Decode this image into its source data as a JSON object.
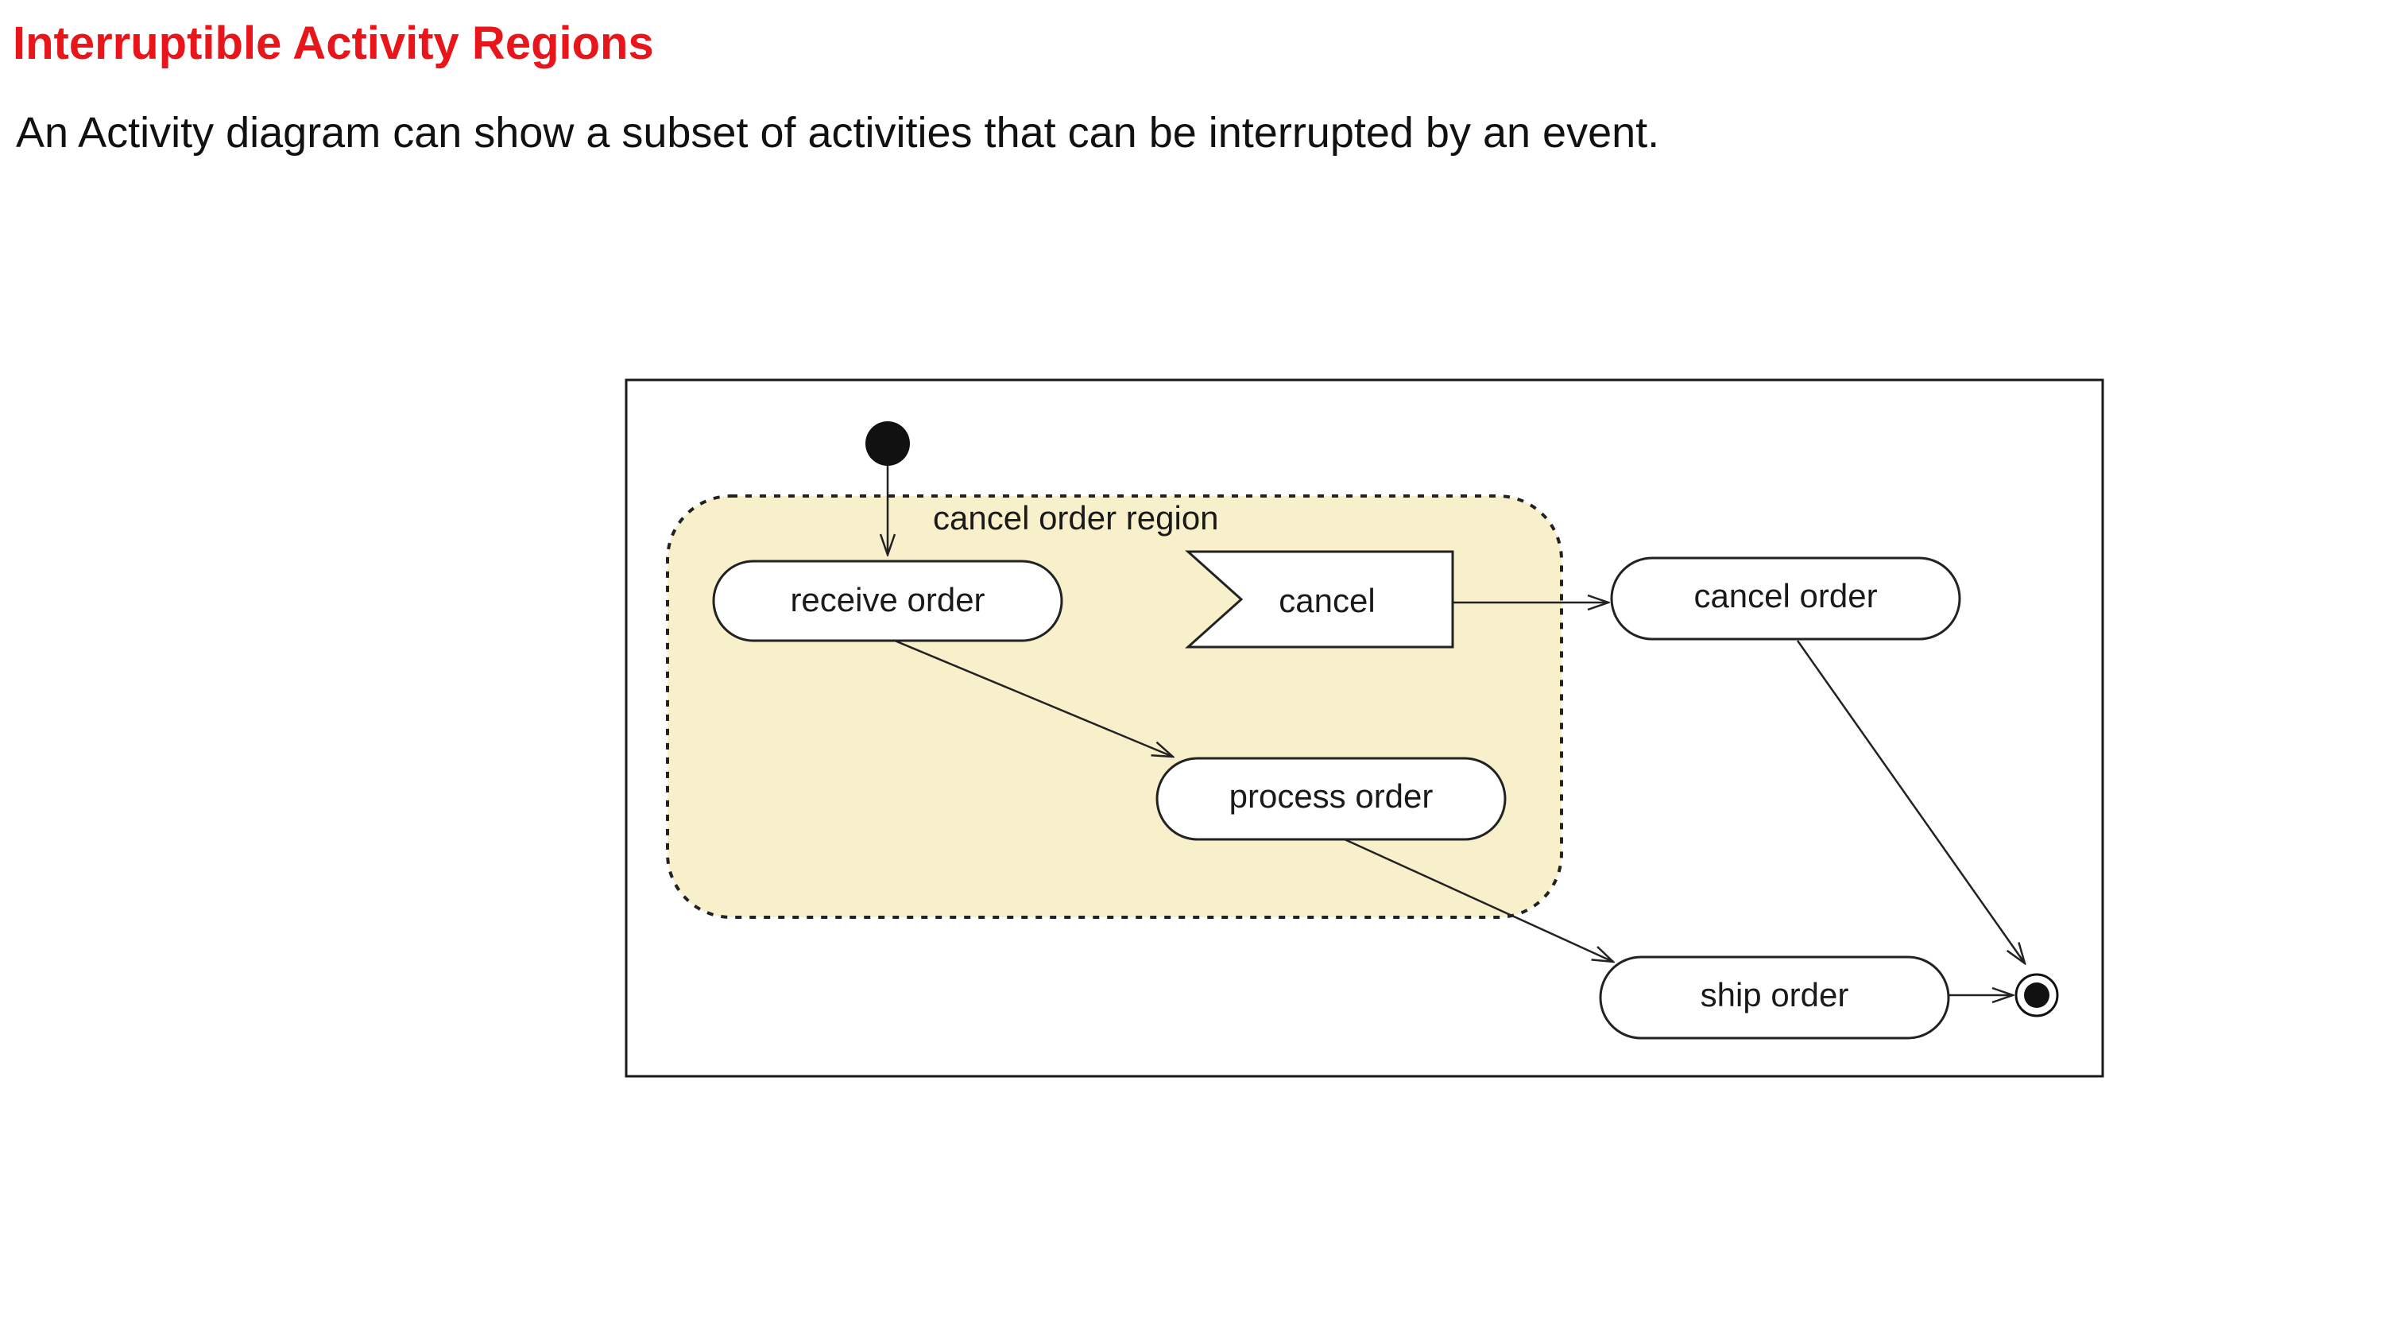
{
  "slide": {
    "title": "Interruptible Activity Regions",
    "description": "An Activity diagram can show a subset of activities that can be interrupted by an event.",
    "title_color": "#e8161b"
  },
  "diagram": {
    "region_label": "cancel order region",
    "region_fill": "#f8efcb",
    "nodes": {
      "initial": "initial-node",
      "receive_order": "receive order",
      "cancel_signal": "cancel",
      "cancel_order": "cancel order",
      "process_order": "process order",
      "ship_order": "ship order",
      "final": "final-node"
    }
  }
}
